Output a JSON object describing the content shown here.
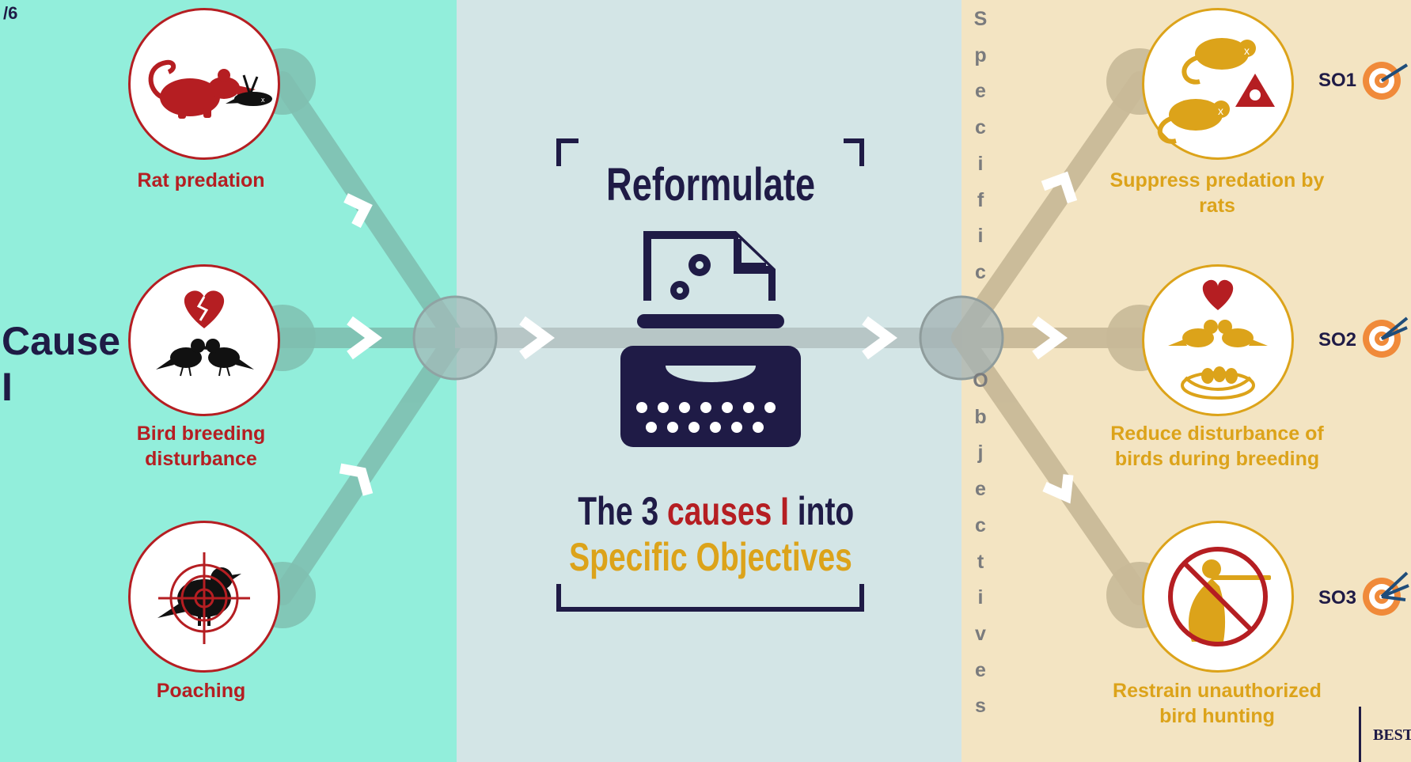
{
  "page_number": "/6",
  "center": {
    "heading": "Reformulate",
    "line1_part1": "The 3 ",
    "line1_part2": "causes I",
    "line1_part3": " into",
    "line2": "Specific Objectives"
  },
  "left": {
    "title": "Cause I",
    "causes": [
      {
        "label": "Rat predation",
        "icon": "rat-with-dead-bird-icon"
      },
      {
        "label": "Bird breeding disturbance",
        "icon": "broken-heart-birds-icon"
      },
      {
        "label": "Poaching",
        "icon": "bird-in-crosshair-icon"
      }
    ]
  },
  "right": {
    "vertical_label": "Specific Objectives",
    "objectives": [
      {
        "label": "Suppress predation by rats",
        "code": "SO1",
        "icon": "poisoned-rats-icon"
      },
      {
        "label": "Reduce disturbance of birds during breeding",
        "code": "SO2",
        "icon": "birds-heart-nest-icon"
      },
      {
        "label": "Restrain unauthorized bird hunting",
        "code": "SO3",
        "icon": "no-hunting-icon"
      }
    ]
  },
  "logo_text": "BEST",
  "colors": {
    "navy": "#1f1b46",
    "red": "#b51e22",
    "gold": "#dca31a",
    "teal": "#92eedb",
    "sand": "#f3e4c2",
    "grey_blue": "#d3e5e6"
  }
}
